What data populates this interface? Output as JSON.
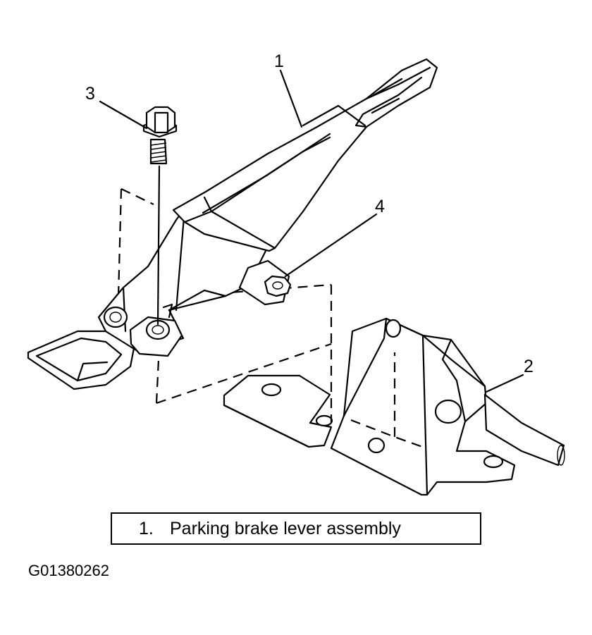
{
  "callouts": [
    {
      "id": "1"
    },
    {
      "id": "2"
    },
    {
      "id": "3"
    },
    {
      "id": "4"
    }
  ],
  "legend": {
    "number": "1.",
    "text": "Parking brake lever assembly"
  },
  "figure_id": "G01380262"
}
